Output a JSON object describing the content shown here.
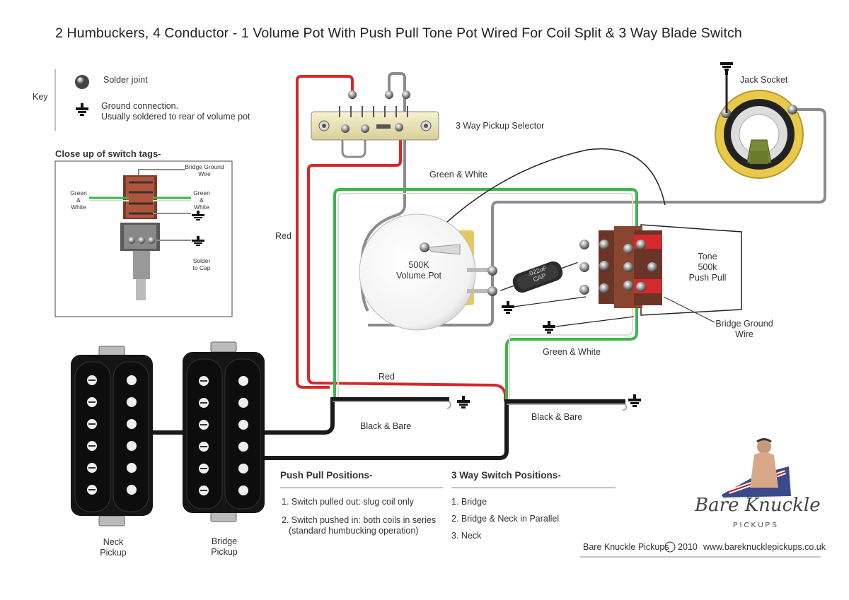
{
  "title": "2 Humbuckers, 4 Conductor - 1 Volume Pot With Push Pull Tone Pot Wired For Coil Split & 3 Way Blade Switch",
  "key": {
    "label": "Key",
    "solder_joint": "Solder joint",
    "ground_line1": "Ground connection.",
    "ground_line2": "Usually soldered to rear of volume pot"
  },
  "closeup": {
    "title": "Close up of switch tags-",
    "bridge_ground_1": "Bridge Ground",
    "bridge_ground_2": "Wire",
    "gw_left_1": "Green",
    "gw_left_2": "&",
    "gw_left_3": "White",
    "gw_right_1": "Green",
    "gw_right_2": "&",
    "gw_right_3": "White",
    "solder_cap_1": "Solder",
    "solder_cap_2": "to Cap"
  },
  "labels": {
    "selector": "3 Way Pickup Selector",
    "jack": "Jack Socket",
    "red1": "Red",
    "red2": "Red",
    "gw_top": "Green & White",
    "gw_bottom": "Green & White",
    "vol_1": "500K",
    "vol_2": "Volume Pot",
    "cap_1": ".022uF",
    "cap_2": "CAP",
    "tone_1": "Tone",
    "tone_2": "500k",
    "tone_3": "Push Pull",
    "bridge_ground_1": "Bridge Ground",
    "bridge_ground_2": "Wire",
    "black_bare_1": "Black & Bare",
    "black_bare_2": "Black & Bare",
    "neck_1": "Neck",
    "neck_2": "Pickup",
    "bridge_1": "Bridge",
    "bridge_2": "Pickup"
  },
  "push_pull": {
    "title": "Push Pull Positions-",
    "item1": "1. Switch pulled out:  slug coil only",
    "item2_line1": "2. Switch pushed in:  both coils in series",
    "item2_line2": "(standard humbucking operation)"
  },
  "switch_positions": {
    "title": "3 Way Switch Positions-",
    "items": [
      "1. Bridge",
      "2. Bridge & Neck in Parallel",
      "3. Neck"
    ]
  },
  "brand": {
    "name": "Bare Knuckle",
    "sub": "PICKUPS",
    "footer_left": "Bare Knuckle Pickups",
    "footer_year": "2010",
    "footer_url": "www.bareknucklepickups.co.uk"
  },
  "colors": {
    "red_wire": "#d42a2a",
    "green_wire": "#3db54a",
    "grey_wire": "#8c8c8c",
    "black_wire": "#1a1a1a",
    "pickup_body": "#151515",
    "jack_ring": "#e8c94a",
    "tan_plate": "#e6c85f"
  }
}
